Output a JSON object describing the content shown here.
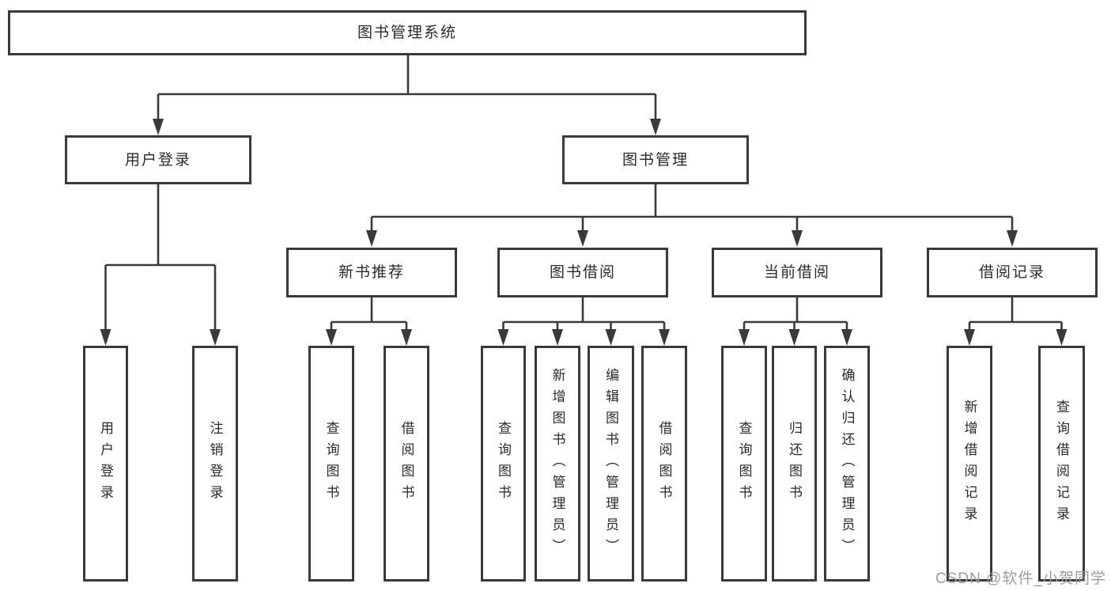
{
  "diagram": {
    "root": {
      "label": "图书管理系统"
    },
    "user_login": {
      "label": "用户登录",
      "children": [
        {
          "label": "用户登录"
        },
        {
          "label": "注销登录"
        }
      ]
    },
    "book_management": {
      "label": "图书管理"
    },
    "new_book": {
      "label": "新书推荐",
      "children": [
        {
          "label": "查询图书"
        },
        {
          "label": "借阅图书"
        }
      ]
    },
    "book_borrow": {
      "label": "图书借阅",
      "children": [
        {
          "label": "查询图书"
        },
        {
          "label": "新增图书（管理员）"
        },
        {
          "label": "编辑图书（管理员）"
        },
        {
          "label": "借阅图书"
        }
      ]
    },
    "current_borrow": {
      "label": "当前借阅",
      "children": [
        {
          "label": "查询图书"
        },
        {
          "label": "归还图书"
        },
        {
          "label": "确认归还（管理员）"
        }
      ]
    },
    "borrow_record": {
      "label": "借阅记录",
      "children": [
        {
          "label": "新增借阅记录"
        },
        {
          "label": "查询借阅记录"
        }
      ]
    }
  },
  "watermark": {
    "text": "CSDN @软件_小贺同学"
  },
  "colors": {
    "line": "#3a3a3a",
    "text": "#2a2a2a",
    "watermark": "#9c9c9c",
    "background": "#ffffff"
  }
}
